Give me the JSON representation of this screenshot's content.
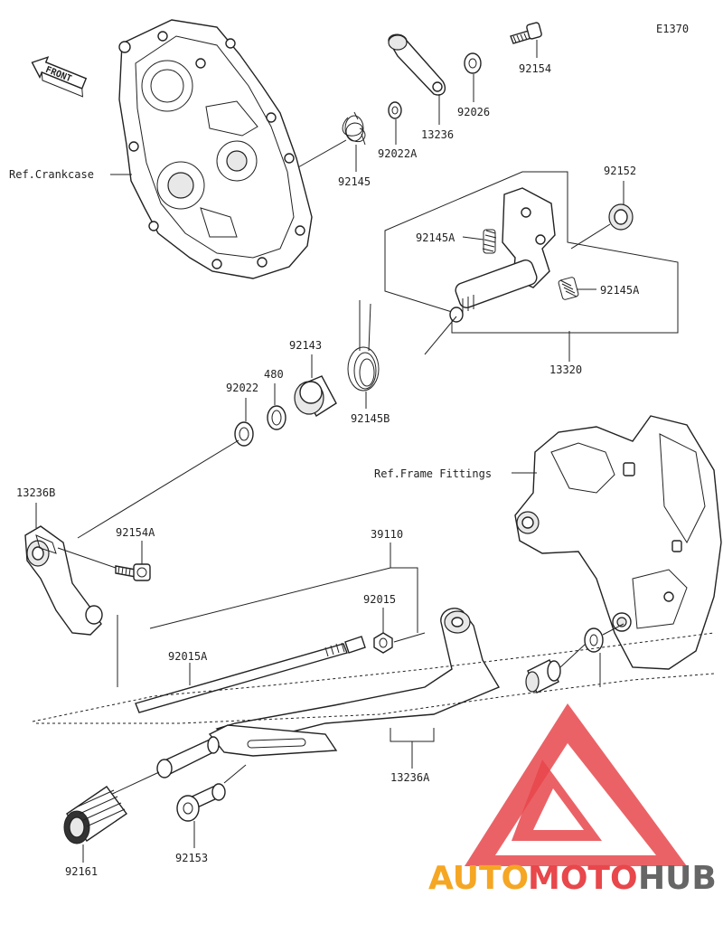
{
  "diagram_code": "E1370",
  "front_label": "FRONT",
  "ref_labels": {
    "crankcase": "Ref.Crankcase",
    "frame_fittings": "Ref.Frame Fittings"
  },
  "part_numbers": {
    "p92154": "92154",
    "p92026": "92026",
    "p13236": "13236",
    "p92022A": "92022A",
    "p92145": "92145",
    "p92152": "92152",
    "p92145A_left": "92145A",
    "p92145A_right": "92145A",
    "p13320": "13320",
    "p92143": "92143",
    "p480": "480",
    "p92022": "92022",
    "p92145B": "92145B",
    "p13236B": "13236B",
    "p92154A": "92154A",
    "p39110": "39110",
    "p92015": "92015",
    "p92015A": "92015A",
    "p13236A": "13236A",
    "p92161": "92161",
    "p92153": "92153"
  },
  "watermark": {
    "auto": "AUTO",
    "moto": "MOTO",
    "hub": "HUB",
    "colors": {
      "orange": "#f5a623",
      "red": "#e8474b",
      "gray": "#666666"
    }
  }
}
